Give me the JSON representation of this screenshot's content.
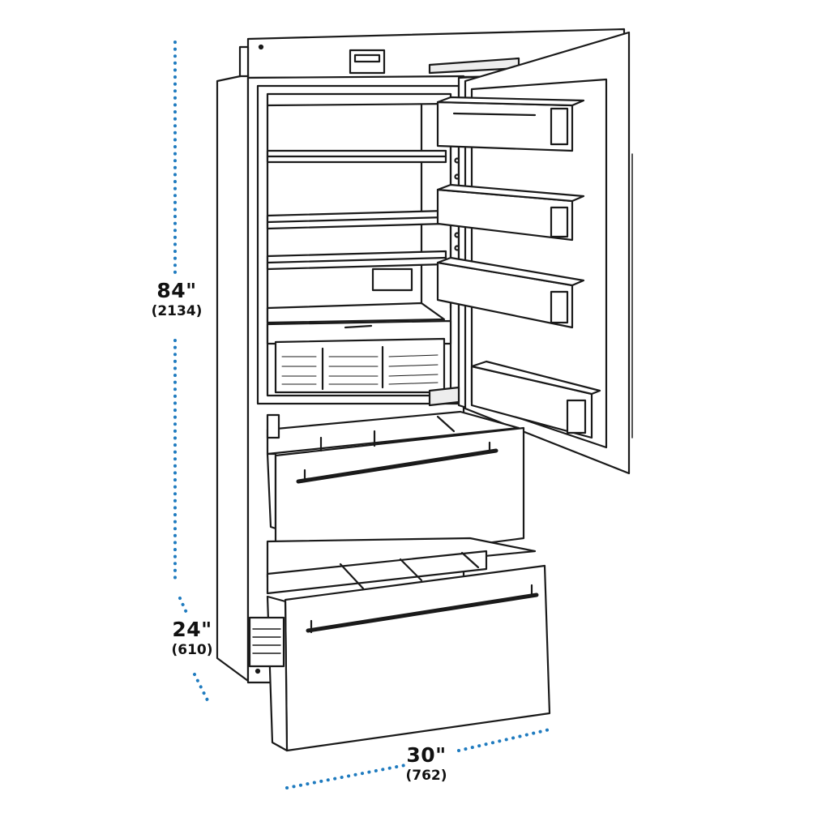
{
  "diagram": {
    "subject": "built-in bottom-freezer refrigerator, door open, drawers pulled out",
    "colors": {
      "line": "#1a1a1a",
      "dimension_dots": "#1f7bbf",
      "panel_fill": "#ffffff",
      "shade": "#ededed"
    }
  },
  "dimensions": {
    "height": {
      "main": "84\"",
      "sub": "(2134)"
    },
    "depth": {
      "main": "24\"",
      "sub": "(610)"
    },
    "width": {
      "main": "30\"",
      "sub": "(762)"
    }
  }
}
